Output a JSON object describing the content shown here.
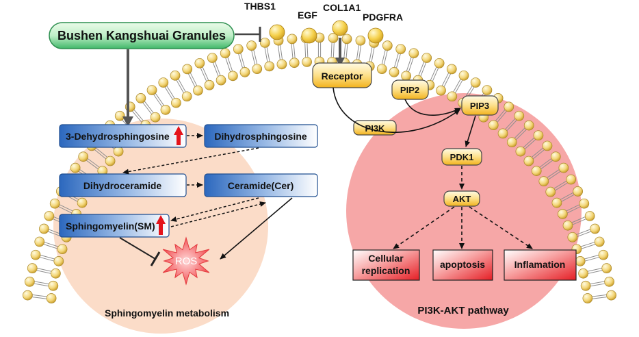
{
  "ligands": [
    "THBS1",
    "EGF",
    "COL1A1",
    "PDGFRA"
  ],
  "drug": "Bushen Kangshuai Granules",
  "sphingomyelin": {
    "title": "Sphingomyelin metabolism",
    "nodes": {
      "dehydro": "3-Dehydrosphingosine",
      "dihydrosph": "Dihydrosphingosine",
      "dihydrocer": "Dihydroceramide",
      "ceramide": "Ceramide(Cer)",
      "sm": "Sphingomyelin(SM)",
      "ros": "ROS"
    }
  },
  "pi3k_akt": {
    "title": "PI3K-AKT pathway",
    "nodes": {
      "receptor": "Receptor",
      "pip2": "PIP2",
      "pip3": "PIP3",
      "pi3k": "PI3K",
      "pdk1": "PDK1",
      "akt": "AKT"
    },
    "outcomes": {
      "cellular_line1": "Cellular",
      "cellular_line2": "replication",
      "apoptosis": "apoptosis",
      "inflamation": "Inflamation"
    }
  },
  "colors": {
    "left_circle": "#fbdcc8",
    "right_circle": "#f6a7a7",
    "blue_box": "#2f6fc4",
    "yellow": "#f7c42a",
    "outcome_red": "#e8232a",
    "drug_green": "#3fb86a",
    "up_arrow": "#e4141b"
  }
}
